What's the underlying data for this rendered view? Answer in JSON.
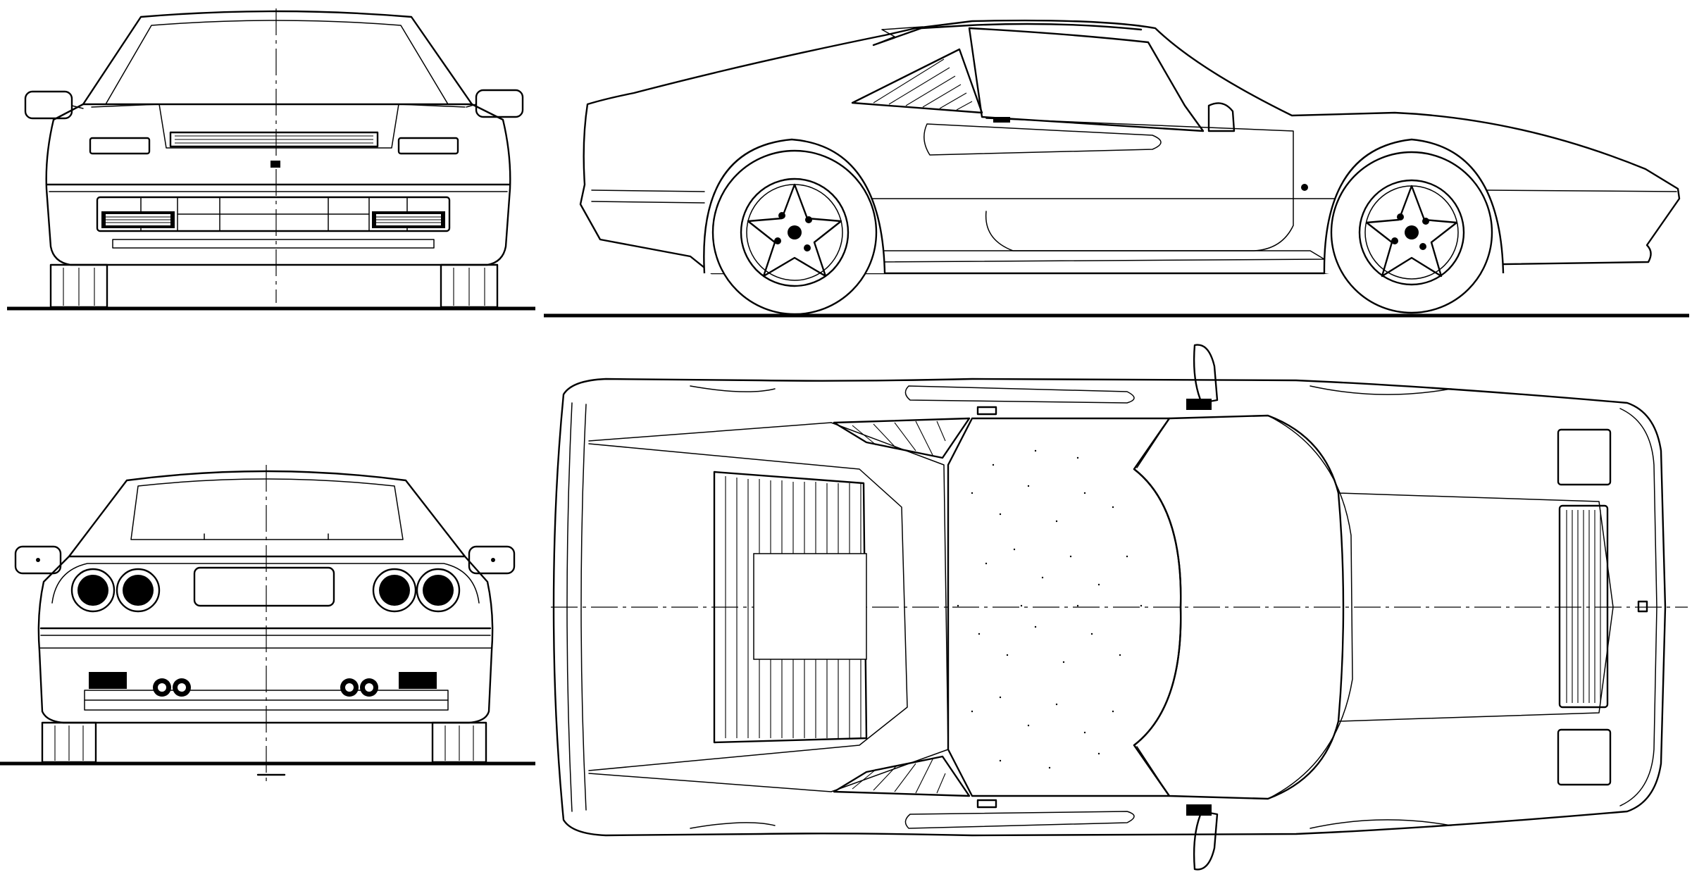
{
  "sheet": {
    "views": [
      {
        "id": "front",
        "kind": "front elevation"
      },
      {
        "id": "side",
        "kind": "side elevation"
      },
      {
        "id": "rear",
        "kind": "rear elevation"
      },
      {
        "id": "top",
        "kind": "plan view"
      }
    ],
    "line_color": "#000000",
    "background_color": "#ffffff"
  }
}
